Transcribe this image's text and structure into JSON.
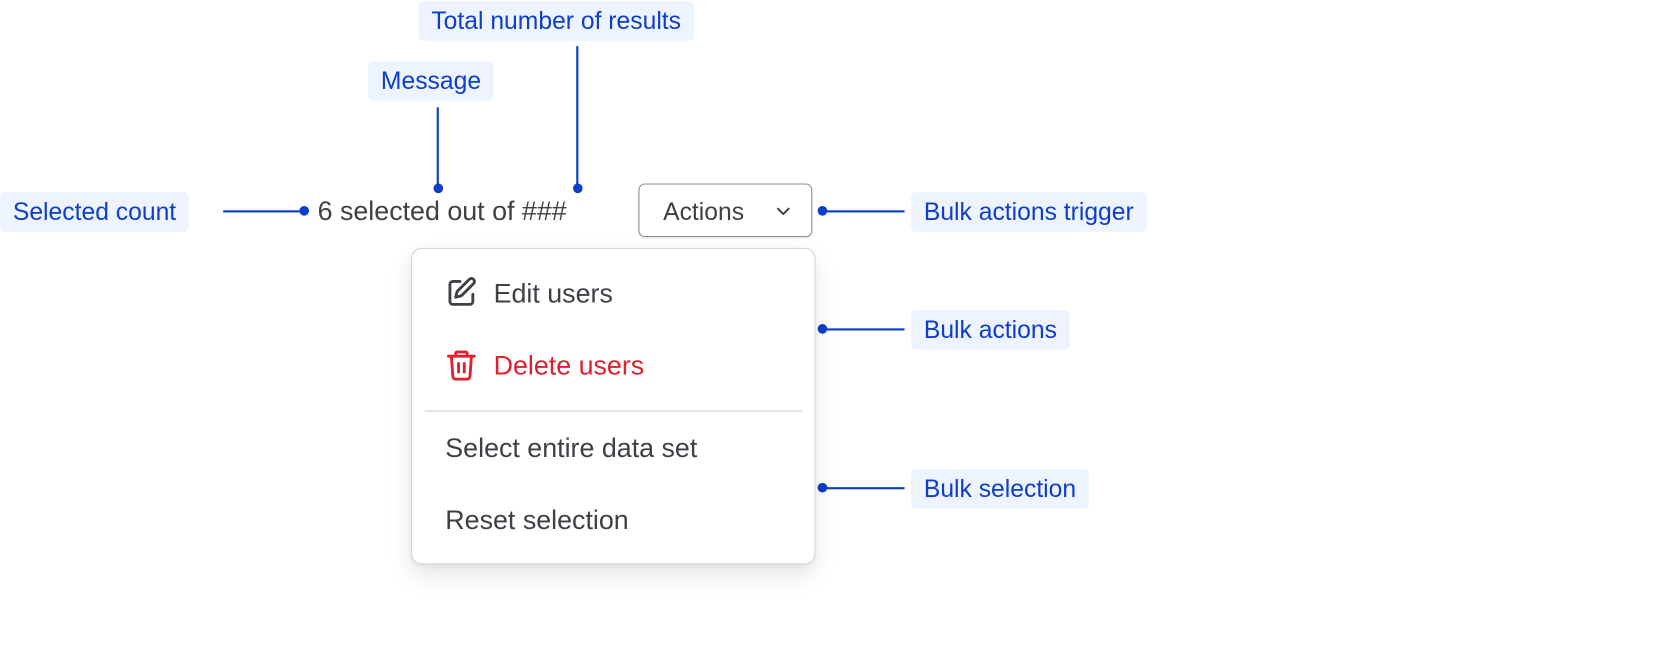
{
  "annotations": {
    "total_results": "Total number of results",
    "message": "Message",
    "selected_count": "Selected count",
    "bulk_actions_trigger": "Bulk actions trigger",
    "bulk_actions": "Bulk actions",
    "bulk_selection": "Bulk selection"
  },
  "summary": {
    "text": "6 selected out of ###"
  },
  "actions_button": {
    "label": "Actions",
    "icon": "chevron-down-icon"
  },
  "menu": {
    "edit": {
      "label": "Edit users",
      "icon": "pencil-edit-icon"
    },
    "delete": {
      "label": "Delete users",
      "icon": "trash-icon",
      "color": "#e0202e"
    },
    "select_all": {
      "label": "Select entire data set"
    },
    "reset": {
      "label": "Reset selection"
    }
  },
  "colors": {
    "annotation_text": "#0e3ec9",
    "annotation_bg": "#eef4ff",
    "body_text": "#3f3f46",
    "danger": "#e0202e"
  }
}
